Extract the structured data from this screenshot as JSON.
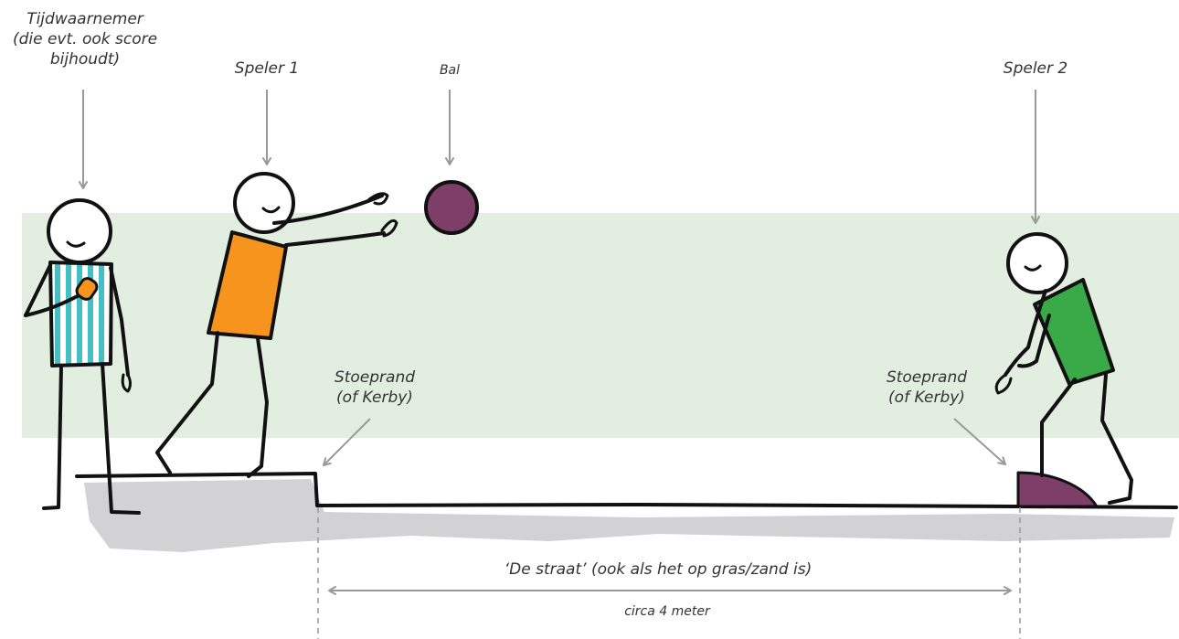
{
  "labels": {
    "timekeeper": [
      "Tijdwaarnemer",
      "(die evt. ook score",
      "bijhoudt)"
    ],
    "player1": "Speler 1",
    "ball": "Bal",
    "player2": "Speler 2",
    "curb_left": [
      "Stoeprand",
      "(of Kerby)"
    ],
    "curb_right": [
      "Stoeprand",
      "(of Kerby)"
    ],
    "street": "‘De straat’ (ook als het op gras/zand is)",
    "distance": "circa 4 meter"
  },
  "colors": {
    "field_band": "#e2eee0",
    "ground_shadow": "#d2d2d4",
    "ball": "#7d3f68",
    "kerby": "#7d3f68",
    "player1_shirt": "#f7941d",
    "player2_shirt": "#3aaa49",
    "referee_stripes": "#45bfc4",
    "arrows": "#999999",
    "outline": "#111111"
  }
}
